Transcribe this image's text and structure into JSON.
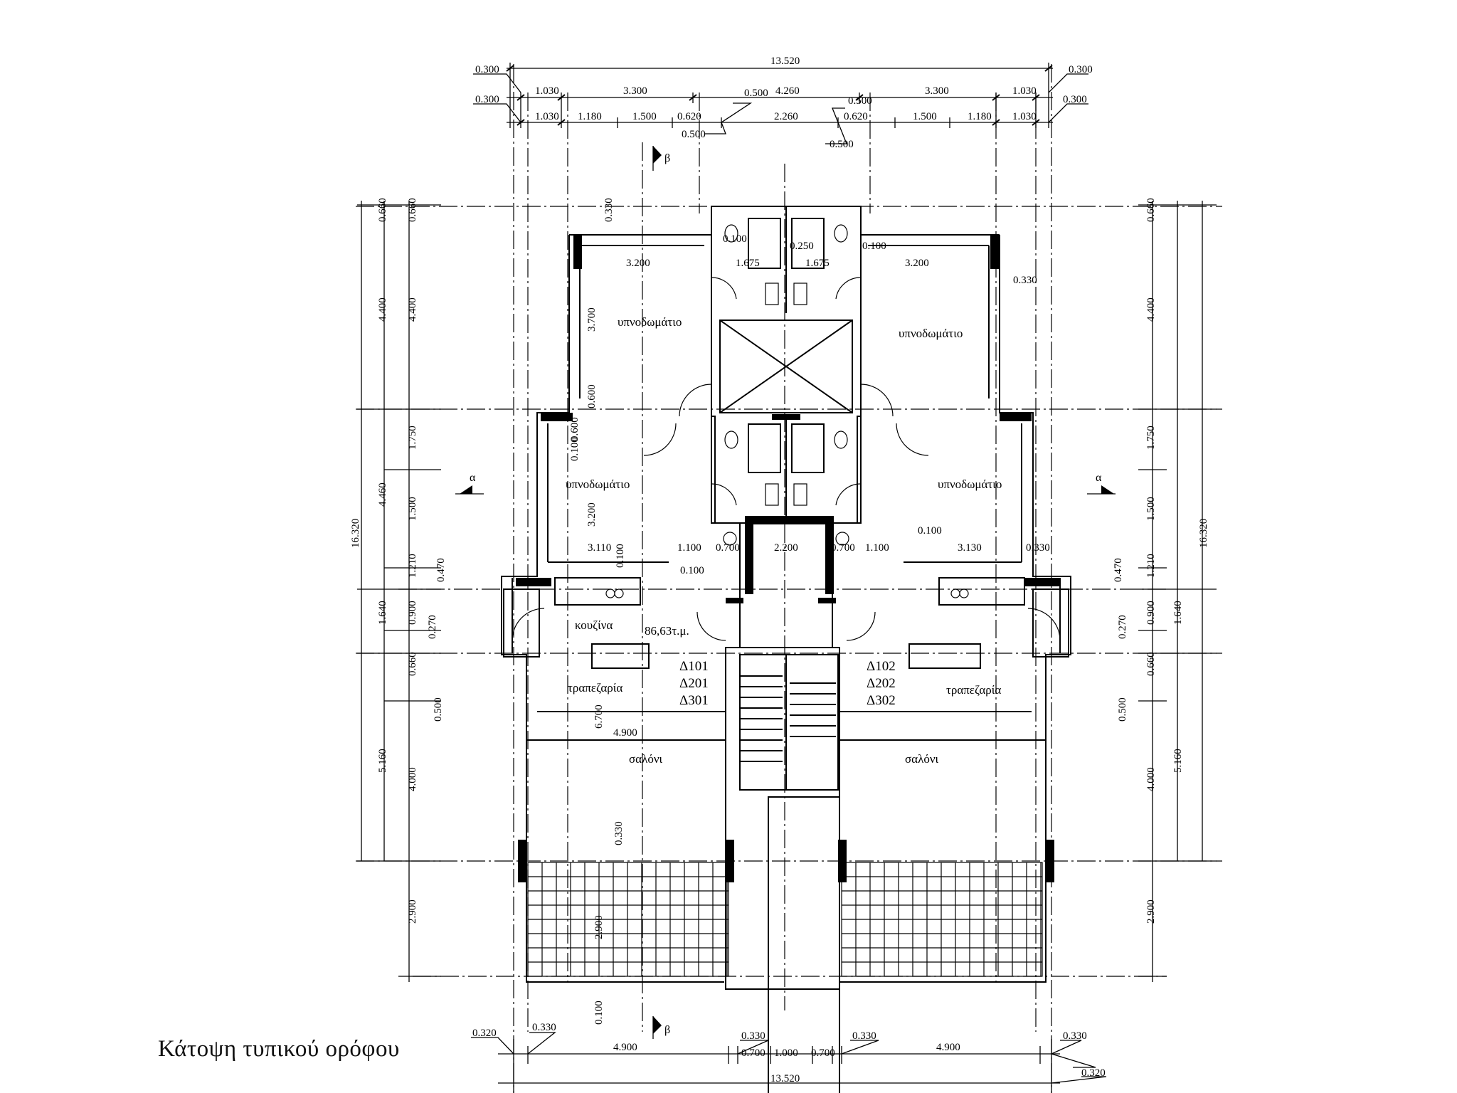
{
  "caption": "Κάτοψη τυπικού ορόφου",
  "rooms": {
    "bedroom_nw": "υπνοδωμάτιο",
    "bedroom_ne": "υπνοδωμάτιο",
    "bedroom_w": "υπνοδωμάτιο",
    "bedroom_e": "υπνοδωμάτιο",
    "kitchen": "κουζίνα",
    "area": "86,63τ.μ.",
    "dining_w": "τραπεζαρία",
    "dining_e": "τραπεζαρία",
    "living_w": "σαλόνι",
    "living_e": "σαλόνι"
  },
  "units_west": [
    "Δ101",
    "Δ201",
    "Δ301"
  ],
  "units_east": [
    "Δ102",
    "Δ202",
    "Δ302"
  ],
  "section_marks": {
    "beta": "β",
    "alpha": "α"
  },
  "dimensions": {
    "top_total": "13.520",
    "top_row1": [
      "1.030",
      "3.300",
      "4.260",
      "3.300",
      "1.030"
    ],
    "top_row2": [
      "1.030",
      "1.180",
      "1.500",
      "0.620",
      "2.260",
      "0.620",
      "1.500",
      "1.180",
      "1.030"
    ],
    "top_small": [
      "0.300",
      "0.300",
      "0.300",
      "0.300",
      "0.500",
      "0.500",
      "0.500",
      "0.500"
    ],
    "left_total": "16.320",
    "left_outer": [
      "0.660",
      "4.400",
      "4.460",
      "1.640",
      "5.160"
    ],
    "left_inner": [
      "0.660",
      "4.400",
      "1.750",
      "1.500",
      "1.210",
      "0.900",
      "0.660",
      "4.000",
      "2.900"
    ],
    "left_small": [
      "0.470",
      "0.270",
      "0.500",
      "0.330"
    ],
    "right_total": "16.320",
    "right_outer": [
      "0.660",
      "4.400",
      "1.750",
      "1.500",
      "1.210",
      "0.900",
      "0.660",
      "4.000",
      "2.900"
    ],
    "right_inner": [
      "1.640",
      "5.160"
    ],
    "right_small": [
      "0.470",
      "0.270",
      "0.500"
    ],
    "interior": [
      "3.200",
      "3.200",
      "3.700",
      "0.100",
      "0.250",
      "1.675",
      "1.675",
      "0.100",
      "0.330",
      "0.330",
      "0.600",
      "0.600",
      "0.100",
      "3.200",
      "3.110",
      "0.100",
      "1.100",
      "0.700",
      "2.200",
      "0.700",
      "1.100",
      "3.130",
      "0.100",
      "0.330",
      "0.100",
      "6.700",
      "4.900",
      "2.900",
      "0.100"
    ],
    "bottom_row": [
      "0.320",
      "0.330",
      "4.900",
      "0.330",
      "0.700",
      "1.000",
      "0.700",
      "0.330",
      "4.900",
      "0.330",
      "0.320"
    ],
    "bottom_total": "13.520"
  }
}
